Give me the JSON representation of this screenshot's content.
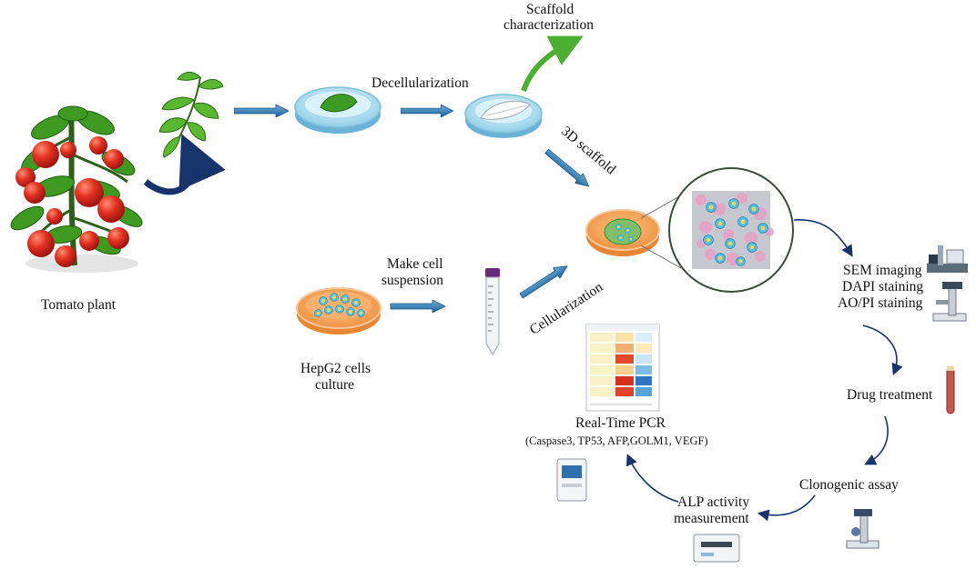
{
  "labels": {
    "tomato_plant": "Tomato plant",
    "decellularization": "Decellularization",
    "scaffold_characterization_1": "Scaffold",
    "scaffold_characterization_2": "characterization",
    "scaffold_3d": "3D scaffold",
    "make_cell_1": "Make cell",
    "make_cell_2": "suspension",
    "hepg2_1": "HepG2 cells",
    "hepg2_2": "culture",
    "cellularization": "Cellularization",
    "sem": "SEM imaging",
    "dapi": "DAPI staining",
    "aopi": "AO/PI staining",
    "drug": "Drug treatment",
    "clonogenic": "Clonogenic assay",
    "alp_1": "ALP activity",
    "alp_2": "measurement",
    "pcr_title": "Real-Time PCR",
    "pcr_genes": "(Caspase3, TP53, AFP,GOLM1, VEGF)"
  },
  "colors": {
    "arrow_blue": "#2f7fb8",
    "curve_navy": "#17336b",
    "curve_green": "#4caf2f",
    "dish_blue": "#bfe3f2",
    "dish_orange": "#f4a55b",
    "leaf_green": "#4fae2b",
    "tomato_red": "#d8261c"
  },
  "icons": [
    "tomato-plant-icon",
    "leaf-icon",
    "petri-dish-icon",
    "falcon-tube-icon",
    "sem-microscope-icon",
    "fluorescence-microscope-icon",
    "test-tube-icon",
    "light-microscope-icon",
    "plate-reader-icon",
    "pcr-machine-icon",
    "heatmap-icon"
  ]
}
